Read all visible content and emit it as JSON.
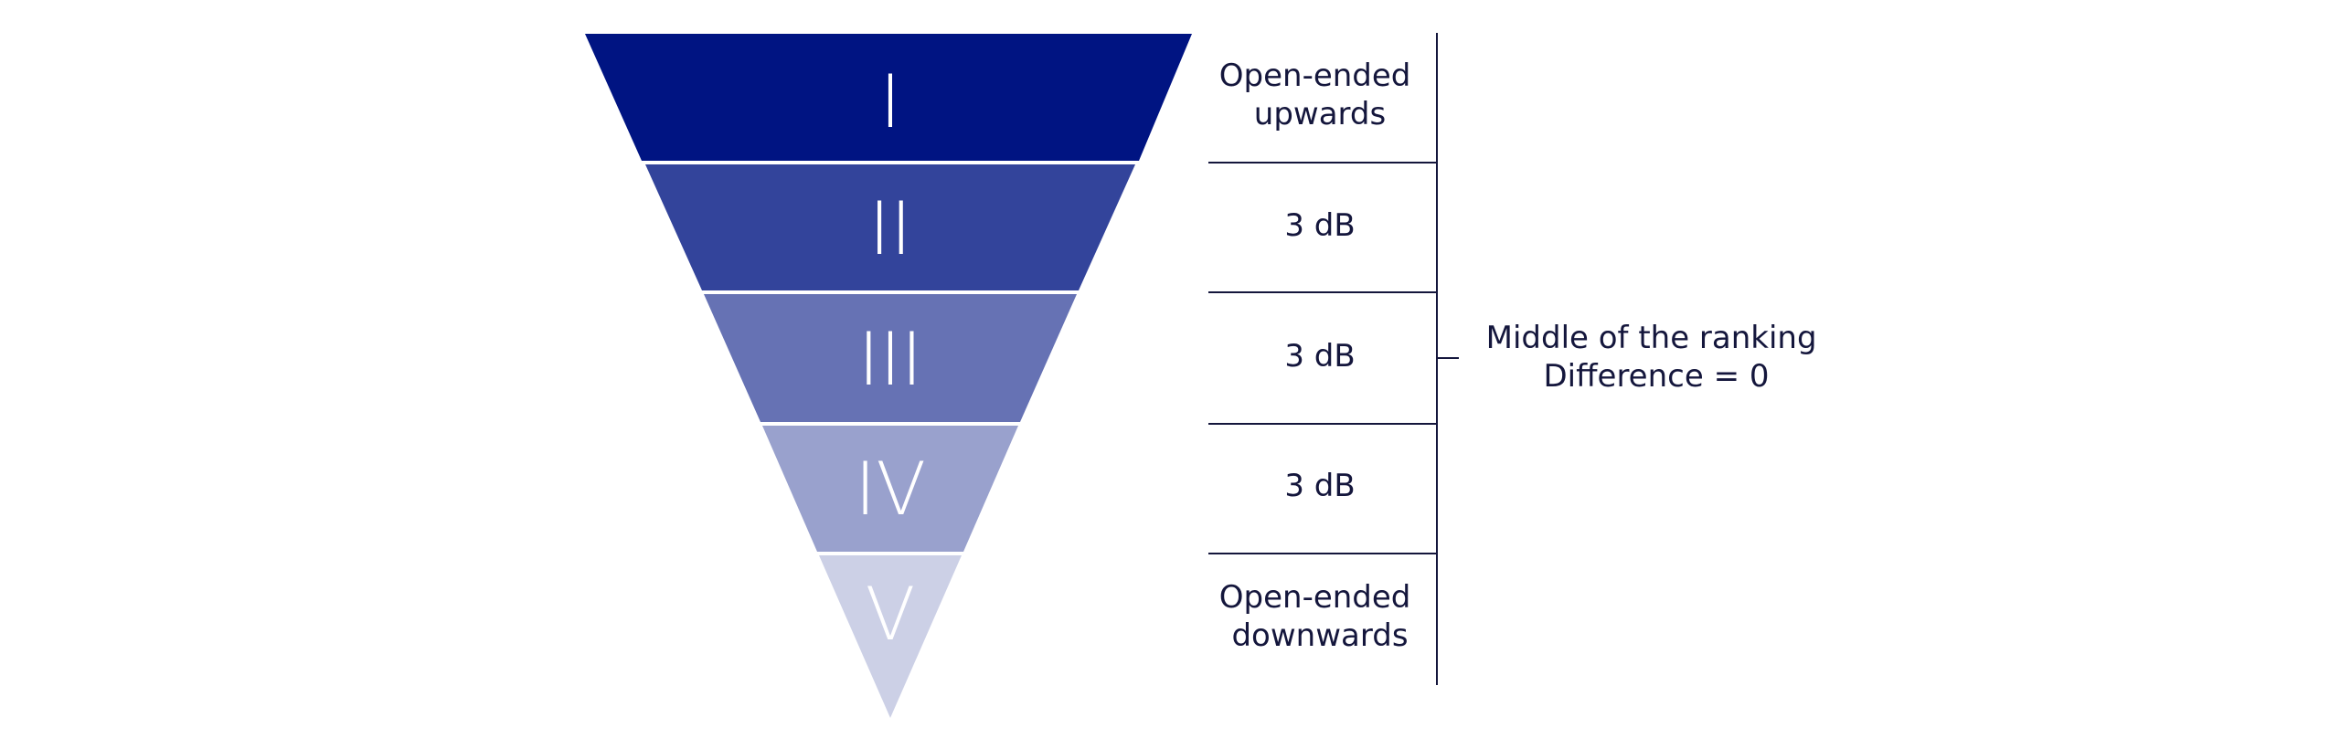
{
  "funnel": {
    "levels": [
      {
        "label": "I",
        "color": "#001482"
      },
      {
        "label": "II",
        "color": "#33449b"
      },
      {
        "label": "III",
        "color": "#6672b4"
      },
      {
        "label": "IV",
        "color": "#99a1cd"
      },
      {
        "label": "V",
        "color": "#ccd0e6"
      }
    ]
  },
  "bands": [
    {
      "lines": [
        "Open-ended",
        "upwards"
      ]
    },
    {
      "lines": [
        "3 dB"
      ]
    },
    {
      "lines": [
        "3 dB"
      ]
    },
    {
      "lines": [
        "3 dB"
      ]
    },
    {
      "lines": [
        "Open-ended",
        "downwards"
      ]
    }
  ],
  "middle_note": {
    "lines": [
      "Middle of the ranking",
      "Difference = 0"
    ]
  },
  "colors": {
    "text": "#14163c",
    "rule": "#14163c"
  }
}
